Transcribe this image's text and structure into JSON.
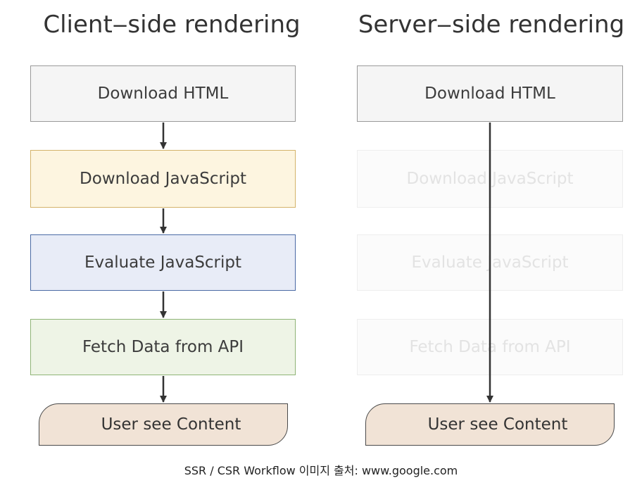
{
  "client_side": {
    "title": "Client‒side rendering",
    "steps": [
      "Download HTML",
      "Download JavaScript",
      "Evaluate JavaScript",
      "Fetch Data from API"
    ],
    "result": "User see Content"
  },
  "server_side": {
    "title": "Server‒side rendering",
    "steps": [
      "Download HTML",
      "Download JavaScript",
      "Evaluate JavaScript",
      "Fetch Data from API"
    ],
    "result": "User see Content"
  },
  "caption": "SSR / CSR Workflow 이미지 출처: www.google.com",
  "colors": {
    "download_html": "#f5f5f5",
    "download_js": "#fdf5e0",
    "evaluate_js": "#e8ecf7",
    "fetch_data": "#eef4e6",
    "content": "#f1e3d6",
    "arrow": "#333333",
    "faded_text": "#e3e3e3"
  }
}
